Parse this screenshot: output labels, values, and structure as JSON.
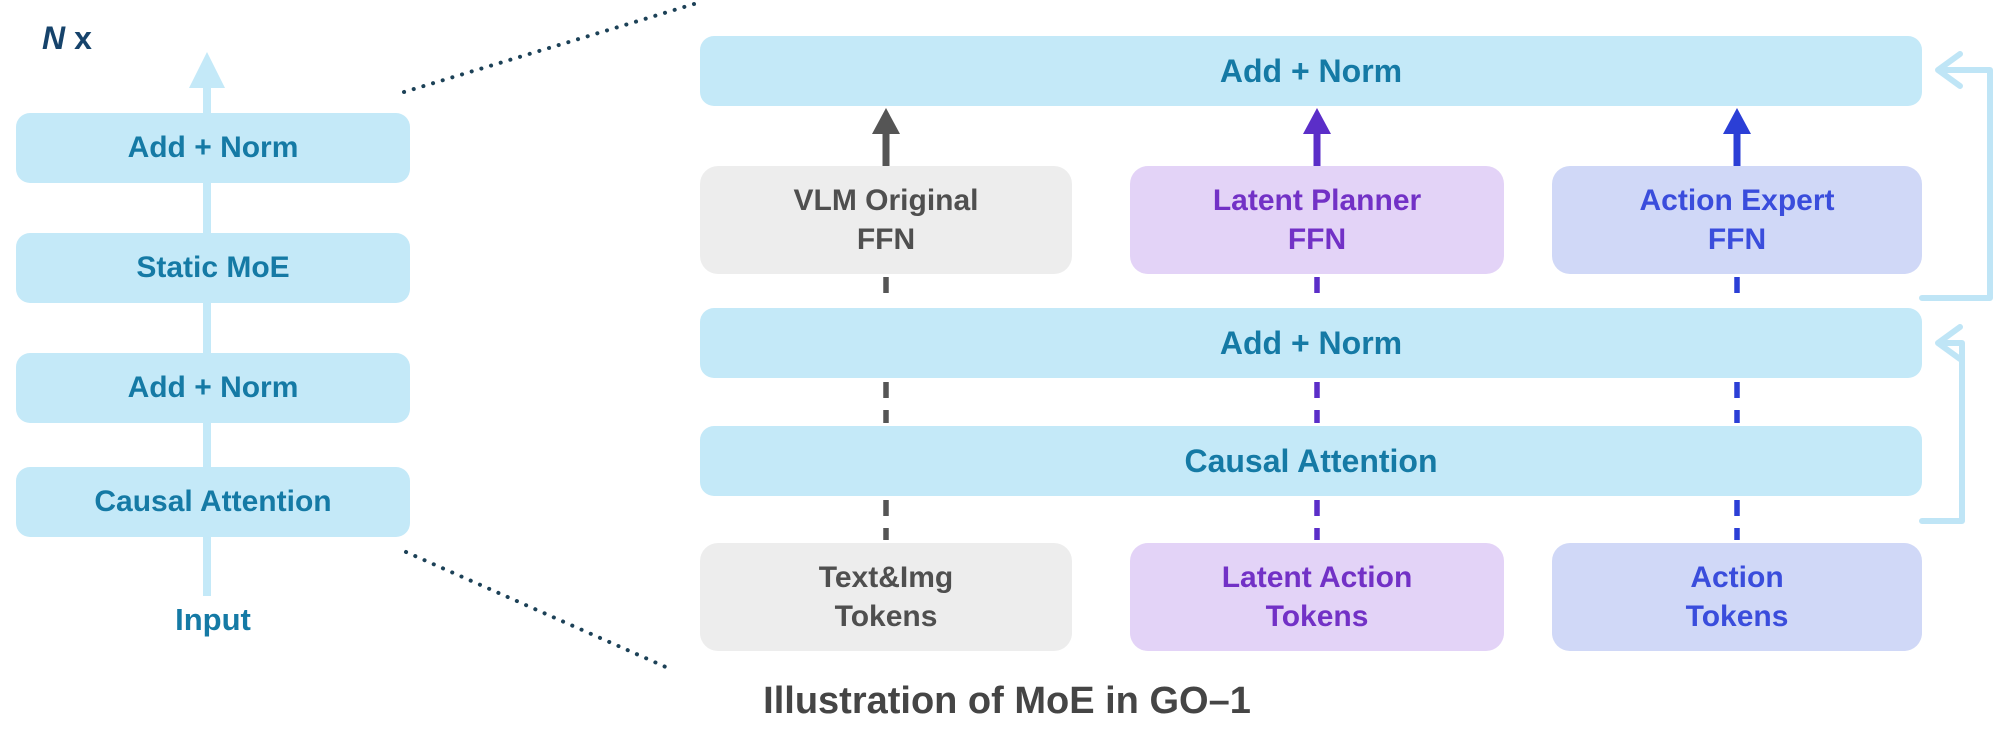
{
  "colors": {
    "block_fill": "#C4E9F8",
    "block_text": "#157AA5",
    "gray_fill": "#EDEDED",
    "gray_text": "#4F4F4F",
    "purple_fill": "#E3D3F7",
    "purple_text": "#7231C6",
    "lavender_fill": "#D0D8F7",
    "lavender_text": "#3A4DDC",
    "arrow_gray": "#555555",
    "arrow_purple": "#5B2EC8",
    "arrow_blue": "#2B3FD6",
    "skip_line": "#BFE5F6",
    "dotted_callout": "#1C4157",
    "repeat_label_text": "#16436B",
    "caption_text": "#454545"
  },
  "left_diagram": {
    "repeat_n": "N",
    "repeat_x": "x",
    "blocks": [
      "Add + Norm",
      "Static MoE",
      "Add + Norm",
      "Causal Attention"
    ],
    "input_label": "Input"
  },
  "right_diagram": {
    "top_bar_label": "Add + Norm",
    "mid_bar_label": "Add + Norm",
    "attention_bar_label": "Causal Attention",
    "ffn_boxes": [
      {
        "line1": "VLM Original",
        "line2": "FFN"
      },
      {
        "line1": "Latent Planner",
        "line2": "FFN"
      },
      {
        "line1": "Action Expert",
        "line2": "FFN"
      }
    ],
    "token_boxes": [
      {
        "line1": "Text&Img",
        "line2": "Tokens"
      },
      {
        "line1": "Latent Action",
        "line2": "Tokens"
      },
      {
        "line1": "Action",
        "line2": "Tokens"
      }
    ]
  },
  "caption": "Illustration of MoE in GO–1"
}
